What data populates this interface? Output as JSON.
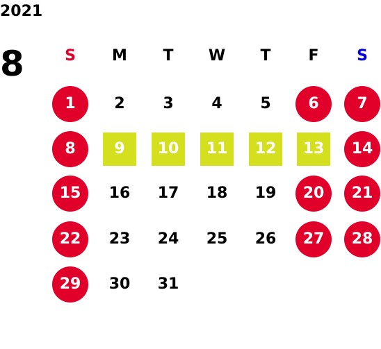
{
  "calendar": {
    "year": "2021",
    "month": "8",
    "colors": {
      "holiday": "#e1002a",
      "highlight": "#d4df1d",
      "sunday_label": "#e1002a",
      "saturday_label": "#0000e0",
      "text": "#000000"
    },
    "weekdays": [
      {
        "label": "S",
        "kind": "sunday"
      },
      {
        "label": "M",
        "kind": "weekday"
      },
      {
        "label": "T",
        "kind": "weekday"
      },
      {
        "label": "W",
        "kind": "weekday"
      },
      {
        "label": "T",
        "kind": "weekday"
      },
      {
        "label": "F",
        "kind": "weekday"
      },
      {
        "label": "S",
        "kind": "saturday"
      }
    ],
    "weeks": [
      [
        {
          "day": "1",
          "style": "holiday"
        },
        {
          "day": "2",
          "style": "normal"
        },
        {
          "day": "3",
          "style": "normal"
        },
        {
          "day": "4",
          "style": "normal"
        },
        {
          "day": "5",
          "style": "normal"
        },
        {
          "day": "6",
          "style": "holiday"
        },
        {
          "day": "7",
          "style": "holiday"
        }
      ],
      [
        {
          "day": "8",
          "style": "holiday"
        },
        {
          "day": "9",
          "style": "highlight"
        },
        {
          "day": "10",
          "style": "highlight"
        },
        {
          "day": "11",
          "style": "highlight"
        },
        {
          "day": "12",
          "style": "highlight"
        },
        {
          "day": "13",
          "style": "highlight"
        },
        {
          "day": "14",
          "style": "holiday"
        }
      ],
      [
        {
          "day": "15",
          "style": "holiday"
        },
        {
          "day": "16",
          "style": "normal"
        },
        {
          "day": "17",
          "style": "normal"
        },
        {
          "day": "18",
          "style": "normal"
        },
        {
          "day": "19",
          "style": "normal"
        },
        {
          "day": "20",
          "style": "holiday"
        },
        {
          "day": "21",
          "style": "holiday"
        }
      ],
      [
        {
          "day": "22",
          "style": "holiday"
        },
        {
          "day": "23",
          "style": "normal"
        },
        {
          "day": "24",
          "style": "normal"
        },
        {
          "day": "25",
          "style": "normal"
        },
        {
          "day": "26",
          "style": "normal"
        },
        {
          "day": "27",
          "style": "holiday"
        },
        {
          "day": "28",
          "style": "holiday"
        }
      ],
      [
        {
          "day": "29",
          "style": "holiday"
        },
        {
          "day": "30",
          "style": "normal"
        },
        {
          "day": "31",
          "style": "normal"
        }
      ]
    ]
  }
}
